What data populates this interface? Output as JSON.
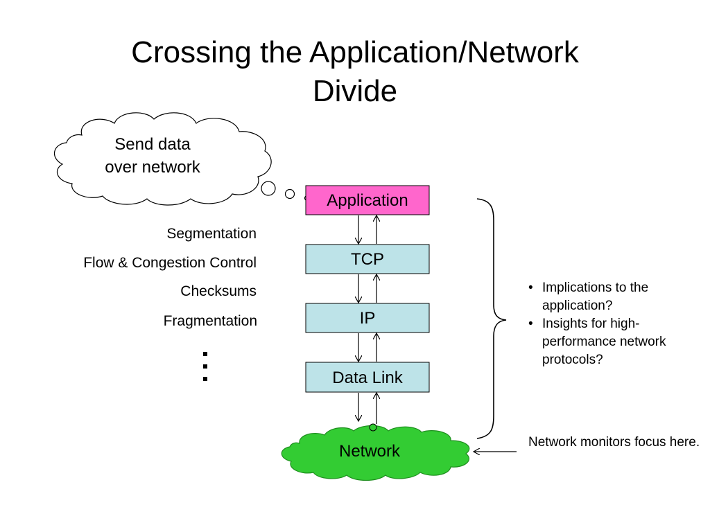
{
  "slide": {
    "title_line1": "Crossing the Application/Network",
    "title_line2": "Divide"
  },
  "thought_bubble": {
    "line1": "Send data",
    "line2": "over network"
  },
  "stack": {
    "layers": [
      {
        "label": "Application",
        "color": "#ff66cc"
      },
      {
        "label": "TCP",
        "color": "#bde3e8"
      },
      {
        "label": "IP",
        "color": "#bde3e8"
      },
      {
        "label": "Data Link",
        "color": "#bde3e8"
      }
    ],
    "network": {
      "label": "Network",
      "color": "#33cc33"
    }
  },
  "functions": {
    "items": [
      "Segmentation",
      "Flow & Congestion Control",
      "Checksums",
      "Fragmentation"
    ]
  },
  "bullets": {
    "items": [
      "Implications to the application?",
      "Insights for high-performance network protocols?"
    ]
  },
  "note": {
    "text": "Network monitors focus here."
  }
}
